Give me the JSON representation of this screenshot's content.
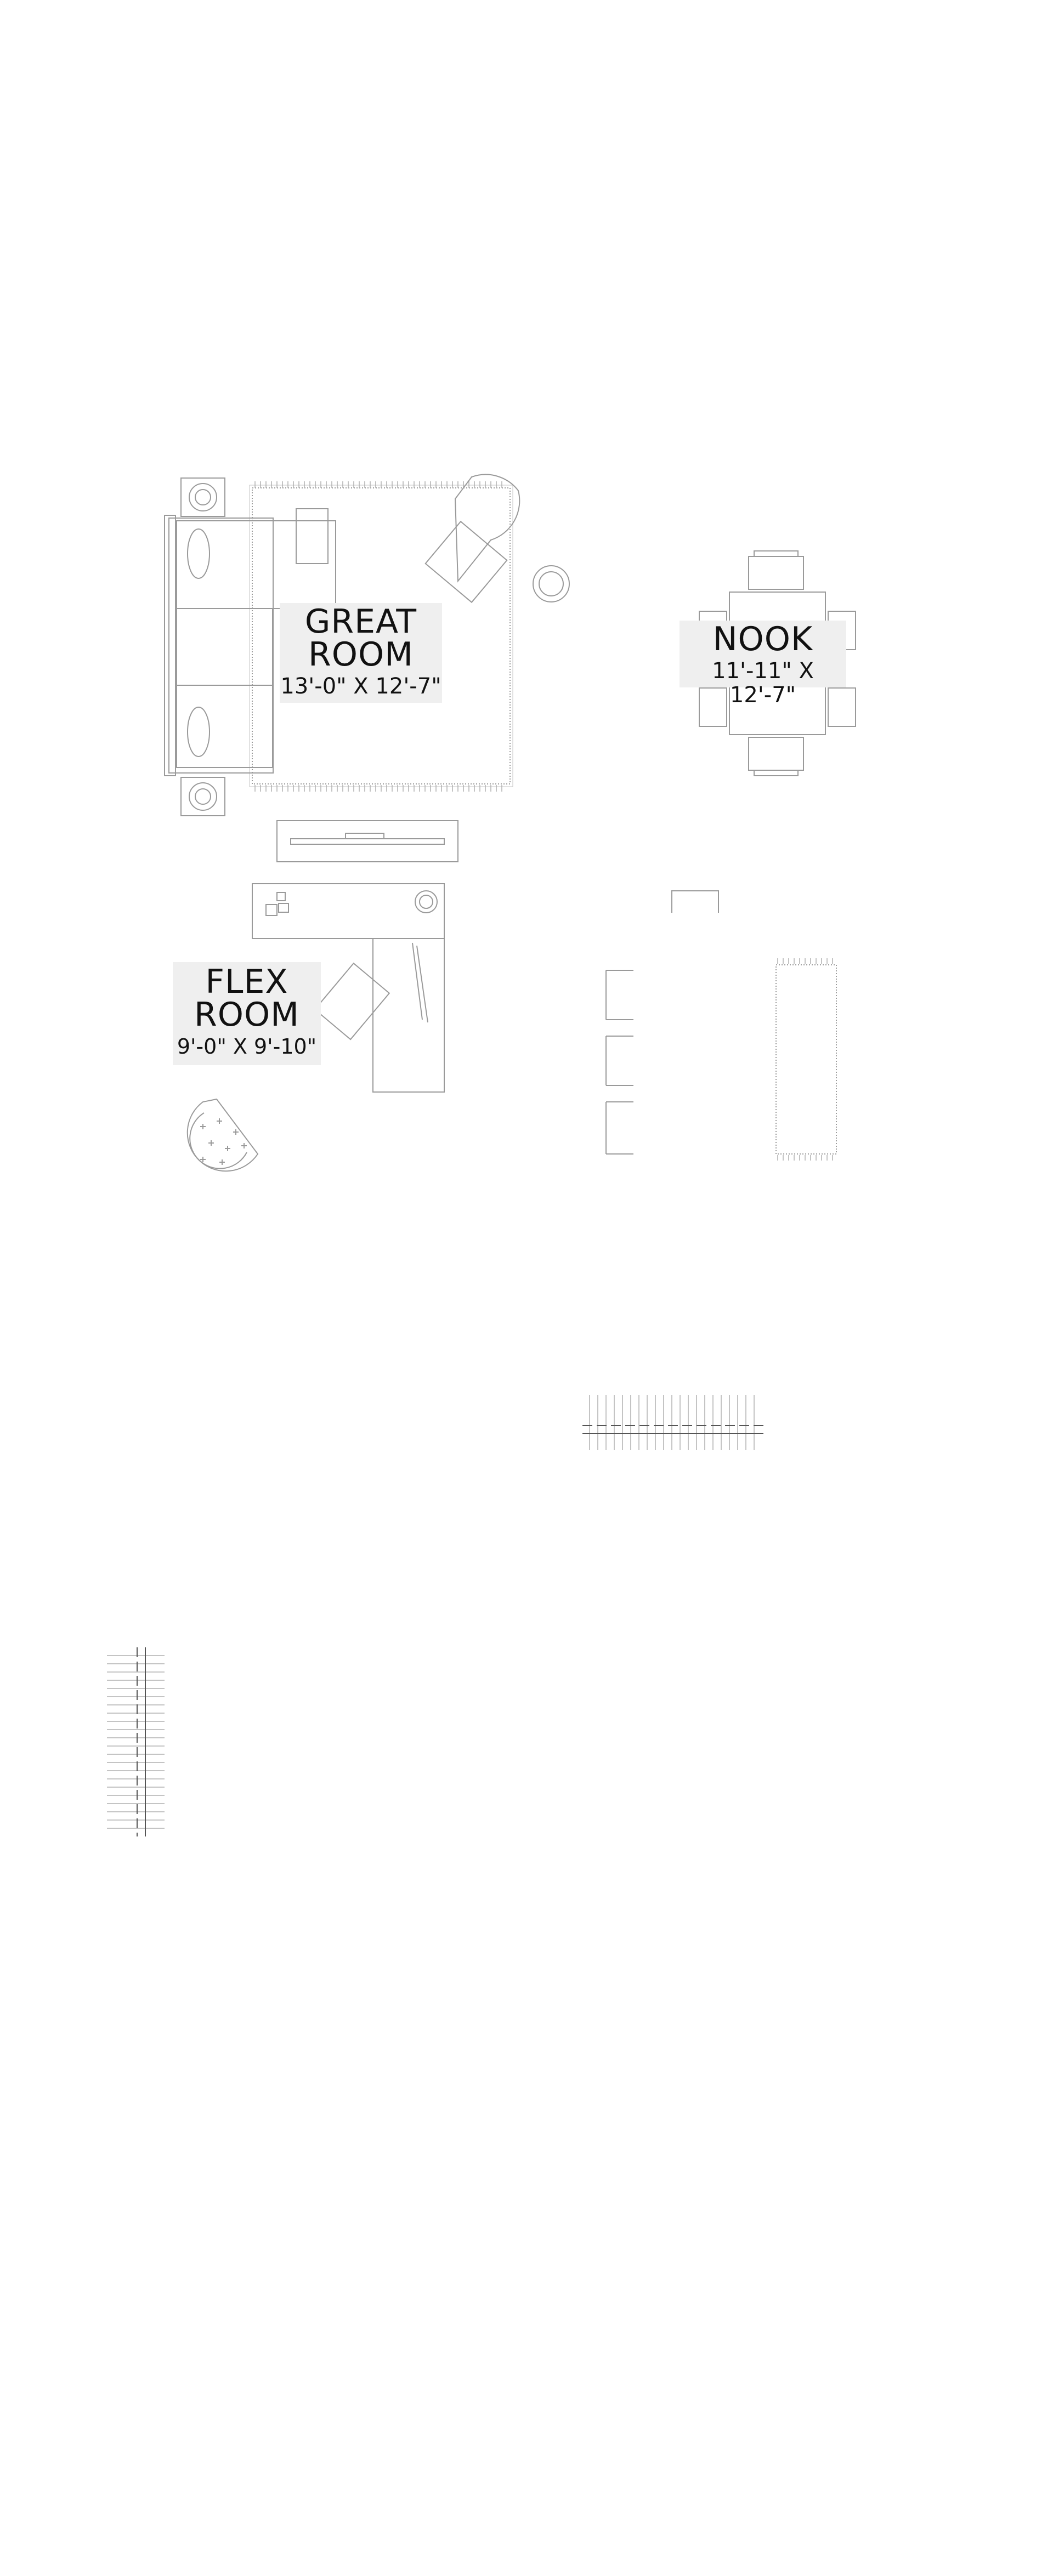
{
  "rooms": [
    {
      "id": "great",
      "name_line1": "GREAT",
      "name_line2": "ROOM",
      "dimensions": "13'-0\" X 12'-7\""
    },
    {
      "id": "nook",
      "name_line1": "NOOK",
      "dimensions": "11'-11\" X 12'-7\""
    },
    {
      "id": "flex",
      "name_line1": "FLEX",
      "name_line2": "ROOM",
      "dimensions": "9'-0\" X 9'-10\""
    }
  ],
  "colors": {
    "line": "#9a9a9a",
    "dark_line": "#555555",
    "label_bg": "#efefef",
    "text": "#111111"
  }
}
